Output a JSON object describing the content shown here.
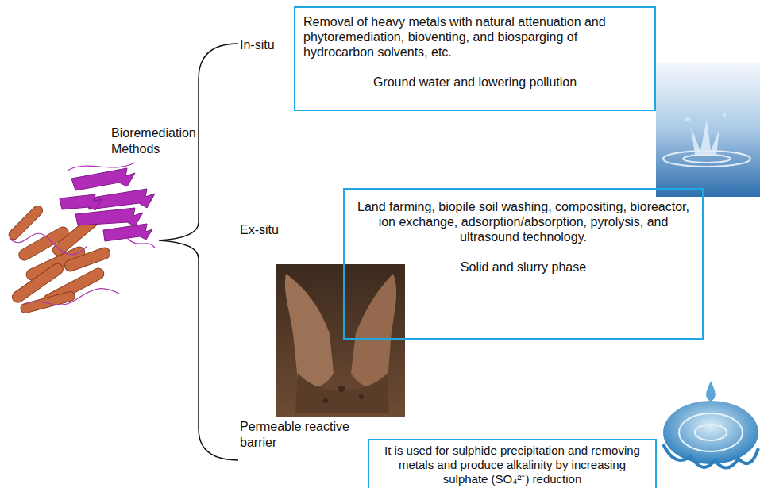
{
  "diagram": {
    "nodes": [
      {
        "text": [
          "Removal of heavy metals with natural attenuation and phytoremediation, bioventing, and biosparging of hydrocarbon solvents, etc.",
          "Ground water and lowering pollution"
        ]
      },
      {
        "text": [
          "Land farming, biopile soil washing, compositing, bioreactor, ion exchange, adsorption/absorption, pyrolysis, and ultrasound technology.",
          "Solid and slurry phase"
        ]
      },
      {
        "text": [
          "It is used for sulphide precipitation and removing metals and produce alkalinity by increasing sulphate (SO₄²⁻) reduction"
        ]
      }
    ],
    "labels": [
      "Bioremediation Methods",
      "In-situ",
      "Ex-situ",
      "Permeable reactive barrier"
    ]
  }
}
